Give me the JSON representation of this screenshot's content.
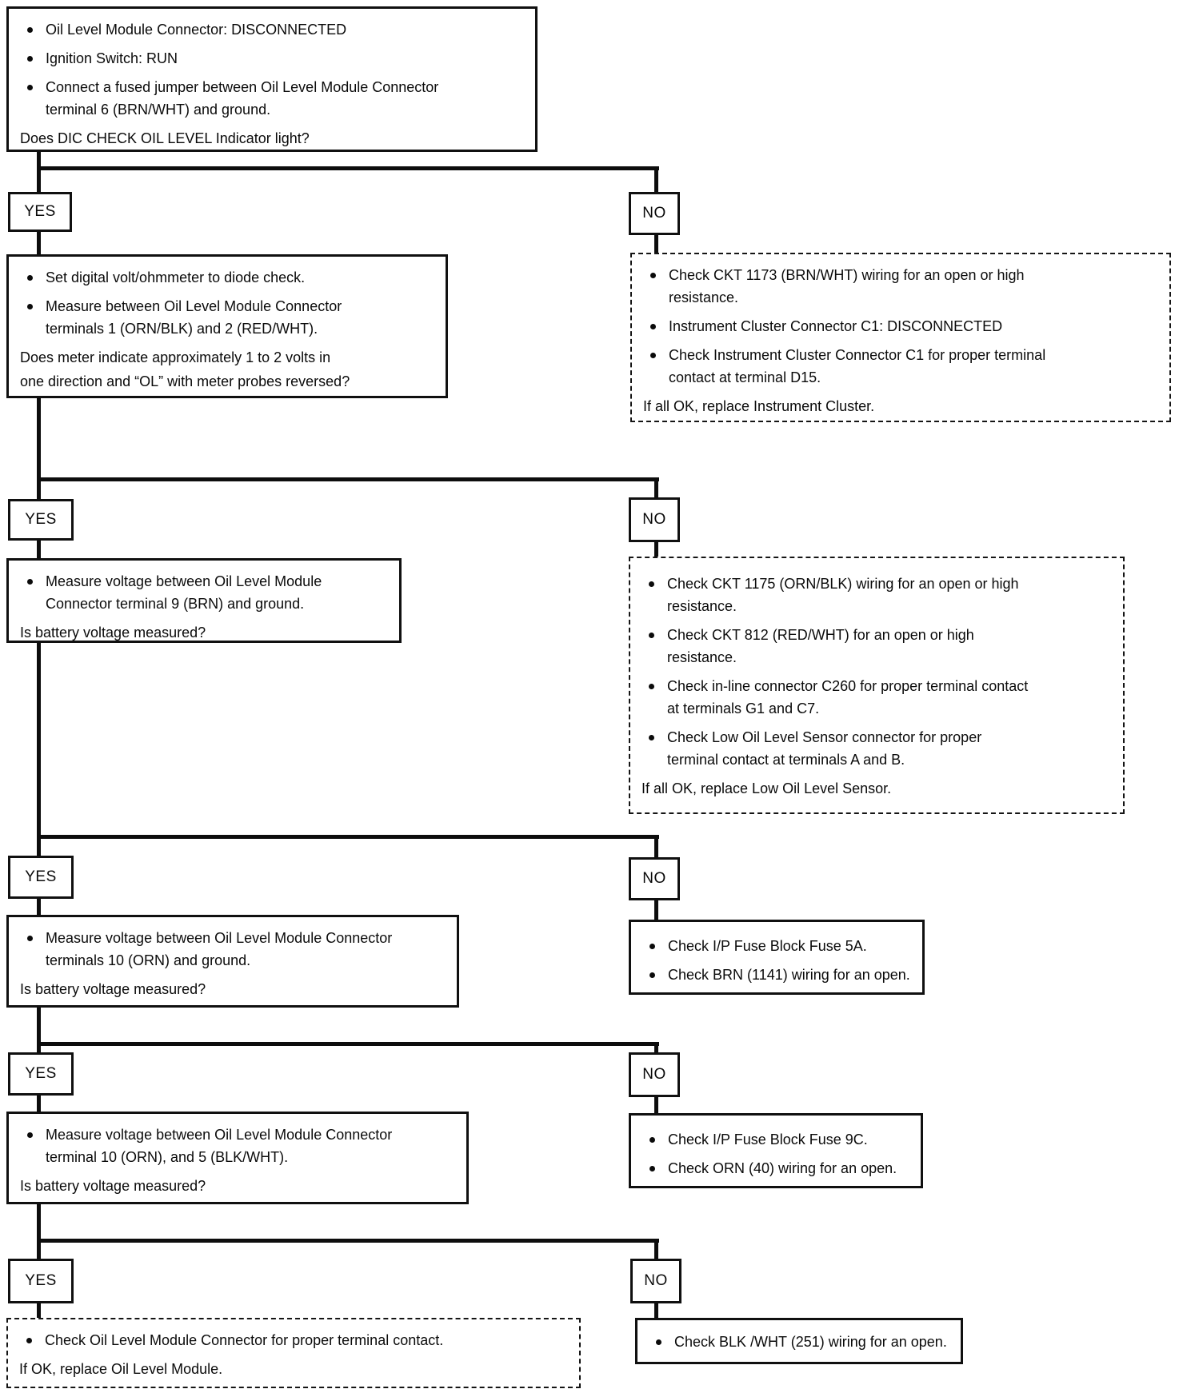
{
  "diagram": {
    "kind": "diagnostic-flowchart",
    "subject": "Oil Level Module / DIC CHECK OIL LEVEL indicator diagnosis"
  },
  "labels": {
    "yes": "YES",
    "no": "NO"
  },
  "nodes": {
    "start": {
      "bullets": [
        [
          "Oil Level Module Connector:  DISCONNECTED"
        ],
        [
          "Ignition Switch:  RUN"
        ],
        [
          "Connect a fused jumper between Oil Level Module Connector",
          "terminal 6 (BRN/WHT) and ground."
        ]
      ],
      "question": [
        "Does DIC CHECK OIL LEVEL Indicator light?"
      ]
    },
    "step2": {
      "bullets": [
        [
          "Set digital volt/ohmmeter to diode check."
        ],
        [
          "Measure between Oil Level Module Connector",
          "terminals 1 (ORN/BLK) and 2 (RED/WHT)."
        ]
      ],
      "question": [
        "Does meter indicate approximately 1 to 2 volts in",
        "one direction and “OL” with meter probes reversed?"
      ]
    },
    "no1": {
      "bullets": [
        [
          "Check CKT 1173 (BRN/WHT) wiring for an open or high",
          "resistance."
        ],
        [
          "Instrument Cluster Connector C1:  DISCONNECTED"
        ],
        [
          "Check Instrument Cluster Connector C1 for proper terminal",
          "contact at terminal D15."
        ]
      ],
      "footer": "If all OK, replace Instrument Cluster."
    },
    "step3": {
      "bullets": [
        [
          "Measure voltage between Oil Level Module",
          "Connector terminal 9 (BRN) and ground."
        ]
      ],
      "question": [
        "Is battery voltage measured?"
      ]
    },
    "no2": {
      "bullets": [
        [
          "Check CKT 1175 (ORN/BLK) wiring for an open or high",
          "resistance."
        ],
        [
          "Check CKT 812 (RED/WHT) for an open or high",
          "resistance."
        ],
        [
          "Check in-line connector C260 for proper terminal contact",
          "at terminals G1 and C7."
        ],
        [
          "Check Low Oil Level Sensor connector for proper",
          "terminal contact at terminals A and B."
        ]
      ],
      "footer": "If all OK, replace Low Oil Level Sensor."
    },
    "step4": {
      "bullets": [
        [
          "Measure voltage between Oil Level Module Connector",
          "terminals 10 (ORN) and ground."
        ]
      ],
      "question": [
        "Is battery voltage measured?"
      ]
    },
    "no3": {
      "bullets": [
        [
          "Check I/P Fuse Block Fuse 5A."
        ],
        [
          "Check BRN (1141) wiring for an open."
        ]
      ]
    },
    "step5": {
      "bullets": [
        [
          "Measure voltage between Oil Level Module Connector",
          "terminal 10 (ORN), and 5 (BLK/WHT)."
        ]
      ],
      "question": [
        "Is battery voltage measured?"
      ]
    },
    "no4": {
      "bullets": [
        [
          "Check I/P Fuse Block Fuse 9C."
        ],
        [
          "Check ORN (40) wiring for an open."
        ]
      ]
    },
    "final_yes": {
      "bullets": [
        [
          "Check Oil Level Module Connector for proper terminal contact."
        ]
      ],
      "footer": "If OK, replace Oil Level Module."
    },
    "no5": {
      "bullets": [
        [
          "Check BLK /WHT (251) wiring for an open."
        ]
      ]
    }
  }
}
